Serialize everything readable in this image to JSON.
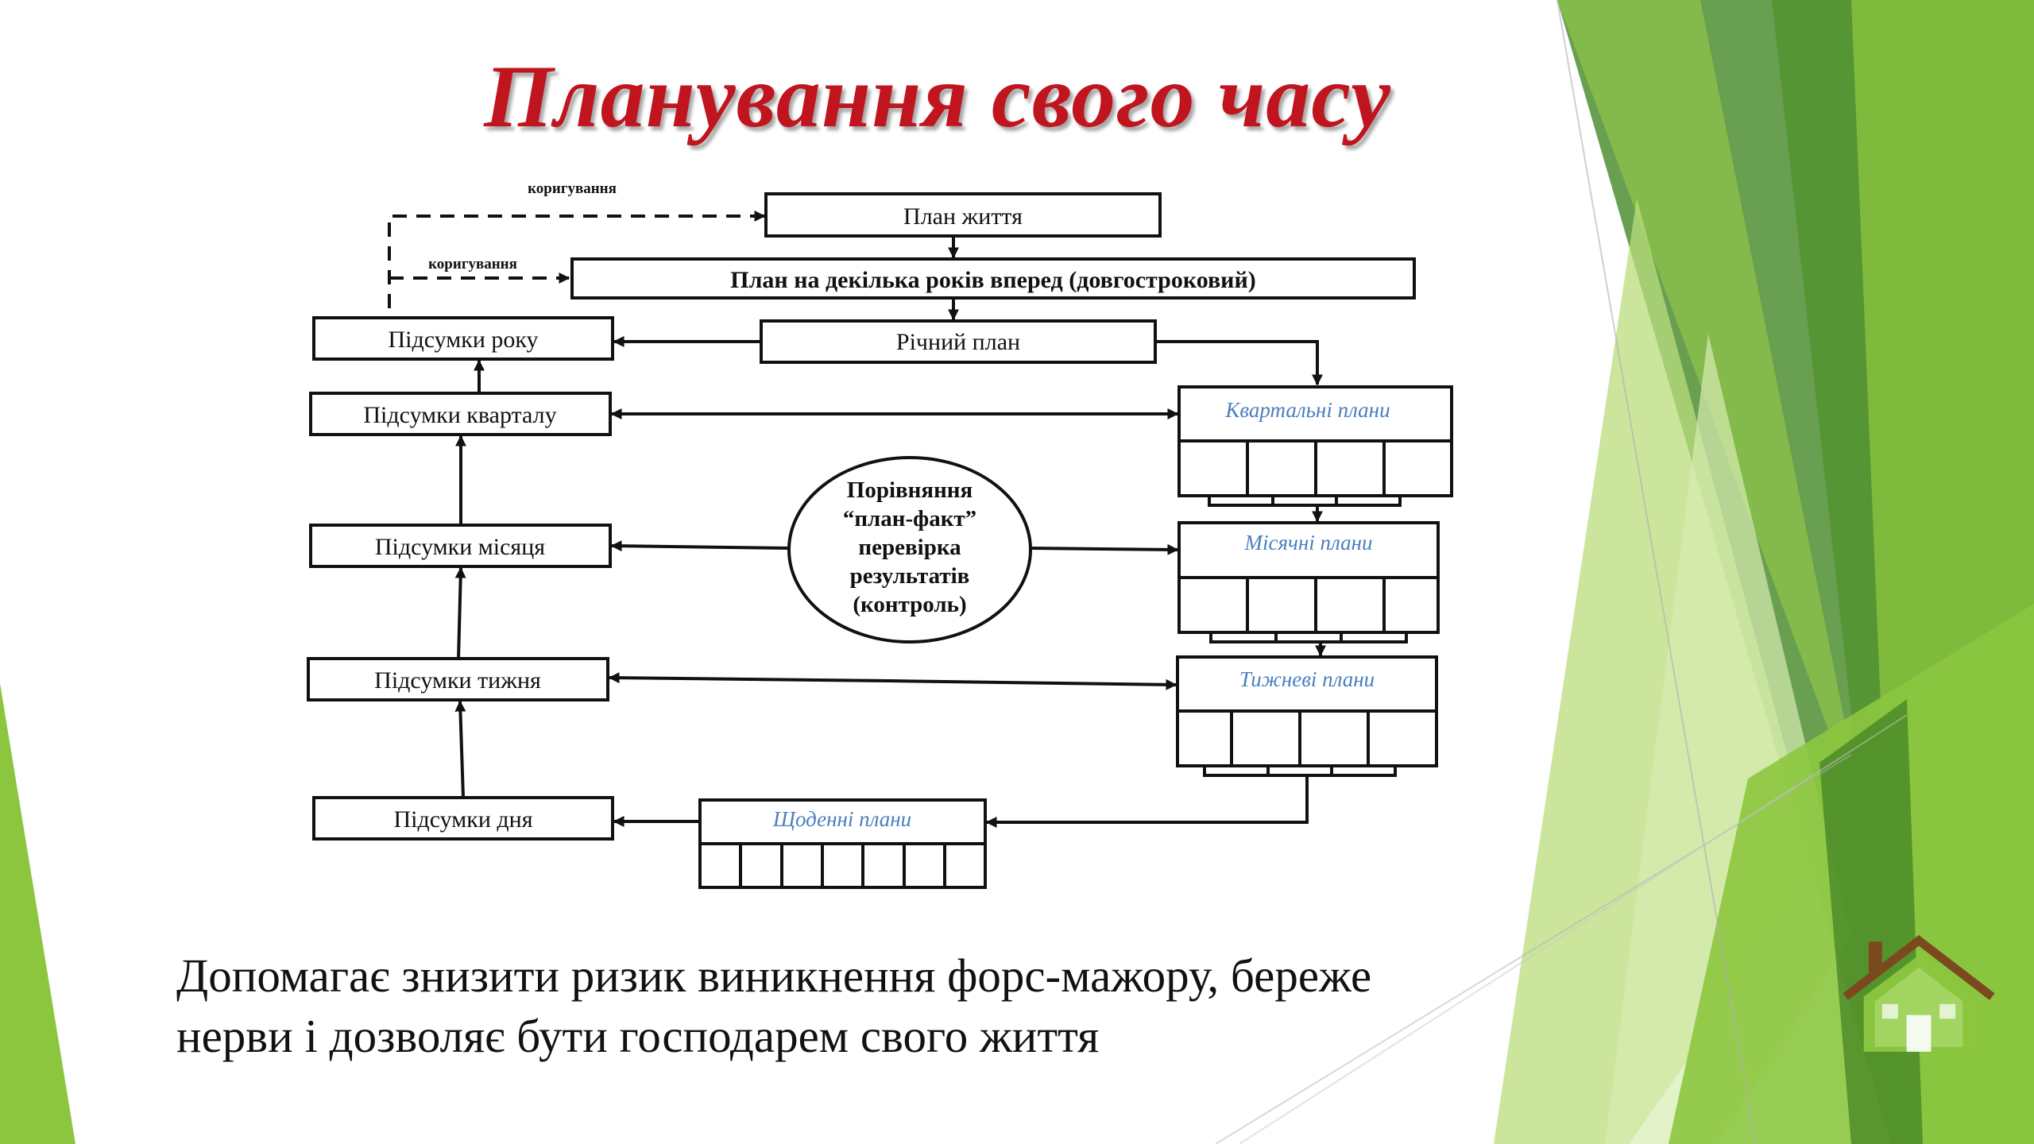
{
  "title": "Планування свого часу",
  "caption": {
    "line1": "Допомагає знизити ризик виникнення форс-мажору, береже",
    "line2": "нерви і дозволяє бути господарем свого життя"
  },
  "diagram": {
    "correction_label_1": "коригування",
    "correction_label_2": "коригування",
    "life_plan": "План життя",
    "long_term_plan": "План на декілька років вперед  (довгостроковий)",
    "annual_plan": "Річний план",
    "year_results": "Підсумки року",
    "quarter_results": "Підсумки кварталу",
    "month_results": "Підсумки місяця",
    "week_results": "Підсумки тижня",
    "day_results": "Підсумки дня",
    "quarterly_plans": "Квартальні плани",
    "monthly_plans": "Місячні плани",
    "weekly_plans": "Тижневі плани",
    "daily_plans": "Щоденні плани",
    "control_ellipse": [
      "Порівняння",
      "“план-факт”",
      "перевірка",
      "результатів",
      "(контроль)"
    ]
  },
  "colors": {
    "title": "#c0151e",
    "plan_label_blue": "#4a7fbf",
    "green_dark": "#4e8f2c",
    "green_mid": "#78b03c",
    "green_light": "#a6d05a",
    "home_icon": "#8cc63f"
  },
  "icons": {
    "home": "home-icon"
  }
}
